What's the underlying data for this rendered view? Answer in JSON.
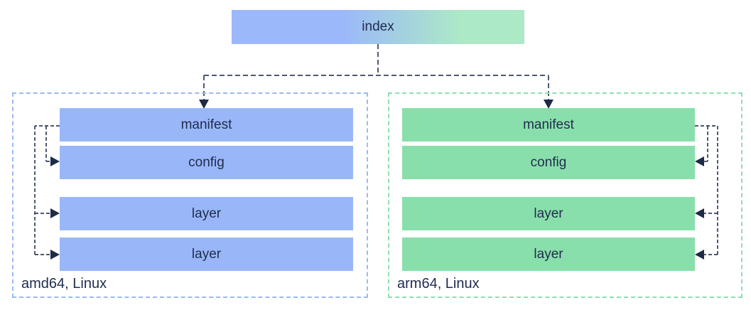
{
  "diagram": {
    "type": "container-image-index-structure",
    "index": {
      "label": "index"
    },
    "platforms": [
      {
        "name": "amd64-linux",
        "label": "amd64, Linux",
        "accent": "#99b7f8",
        "boxes": [
          {
            "label": "manifest"
          },
          {
            "label": "config"
          },
          {
            "label": "layer"
          },
          {
            "label": "layer"
          }
        ]
      },
      {
        "name": "arm64-linux",
        "label": "arm64, Linux",
        "accent": "#89dfab",
        "boxes": [
          {
            "label": "manifest"
          },
          {
            "label": "config"
          },
          {
            "label": "layer"
          },
          {
            "label": "layer"
          }
        ]
      }
    ],
    "colors": {
      "background": "#ffffff",
      "blue_box": "#99b7f8",
      "green_box": "#89dfab",
      "blue_border": "#9bb9f8",
      "green_border": "#8ce0ae",
      "index_gradient_start": "#9bb8fa",
      "index_gradient_end": "#ace9c7",
      "connector": "#33405c",
      "arrowhead": "#1e2b47",
      "text": "#1f2c4e"
    }
  }
}
